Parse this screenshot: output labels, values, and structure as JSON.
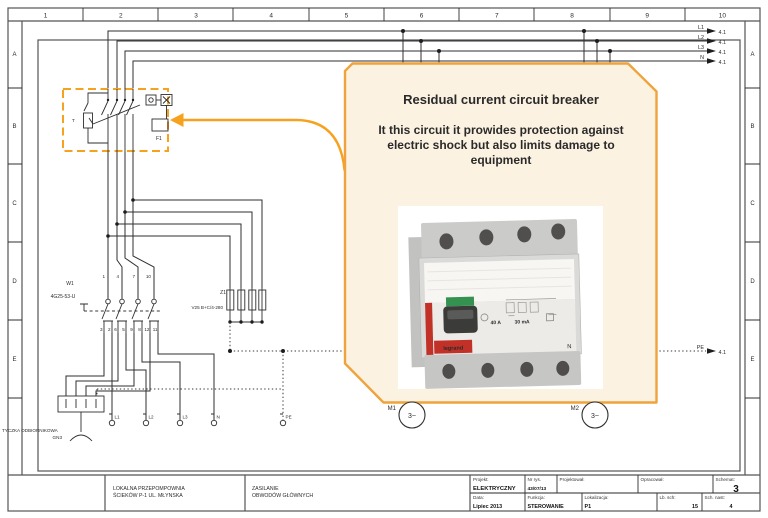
{
  "frame": {
    "top_ruler": [
      "1",
      "2",
      "3",
      "4",
      "5",
      "6",
      "7",
      "8",
      "9",
      "10"
    ],
    "side_ruler": [
      "A",
      "B",
      "C",
      "D",
      "E"
    ]
  },
  "buses": {
    "items": [
      {
        "label": "L1",
        "ref": "4.1"
      },
      {
        "label": "L2",
        "ref": "4.1"
      },
      {
        "label": "L3",
        "ref": "4.1"
      },
      {
        "label": "N",
        "ref": "4.1"
      }
    ]
  },
  "pe": {
    "label": "PE",
    "ref": "4.1"
  },
  "rcd": {
    "device_tag": "F1",
    "test_label": "T"
  },
  "callout": {
    "title": "Residual current circuit breaker",
    "line1": "It this circuit it prowides protection against",
    "line2": "electric shock but also limits damage to",
    "line3": "equipment"
  },
  "photo": {
    "brand": "legrand",
    "current": "40 A",
    "sensitivity": "30 mA",
    "neutral": "N"
  },
  "main_switch": {
    "tag": "W1",
    "type": "4G25-53-U",
    "top_contacts": [
      "1",
      "4",
      "7",
      "10"
    ],
    "bottom_contacts": [
      "3",
      "2",
      "6",
      "5",
      "9",
      "8",
      "12",
      "11"
    ]
  },
  "arrester": {
    "tag": "Z1",
    "type": "V25 B+C/4-280"
  },
  "terminals": {
    "labels": [
      "L1",
      "L2",
      "L3",
      "N",
      "PE"
    ]
  },
  "socket": {
    "caption1": "TYCZKA ODBIORNIKOWA",
    "caption2": "GN3"
  },
  "motors": {
    "m1": "M1",
    "m2": "M2",
    "symbol": "3~"
  },
  "title_block": {
    "site_line1": "LOKALNA PRZEPOMPOWNIA",
    "site_line2": "ŚCIEKÓW  P-1  UL. MŁYNSKA",
    "drawing_line1": "ZASILANIE",
    "drawing_line2": "OBWODÓW GŁÓWNYCH",
    "project_label": "Projekt:",
    "project": "ELEKTRYCZNY",
    "drawing_no_label": "Nr rys.",
    "drawing_no": "43/07/13",
    "designed_label": "Projektował:",
    "prepared_label": "Opracował:",
    "sheet_label": "Schemat:",
    "sheet": "3",
    "date_label": "Data:",
    "date": "Lipiec 2013",
    "function_label": "Funkcja:",
    "function": "STEROWANIE",
    "location_label": "Lokalizacja:",
    "location": "P1",
    "sheet_count_label": "Lb. sch:",
    "sheet_count": "15",
    "next_sheet_label": "Sch. nast:",
    "next_sheet": "4"
  },
  "colors": {
    "accent_orange": "#F6A21F",
    "callout_border": "#EFA33C",
    "callout_fill": "#FCF2E2",
    "brand_red": "#C13128"
  }
}
